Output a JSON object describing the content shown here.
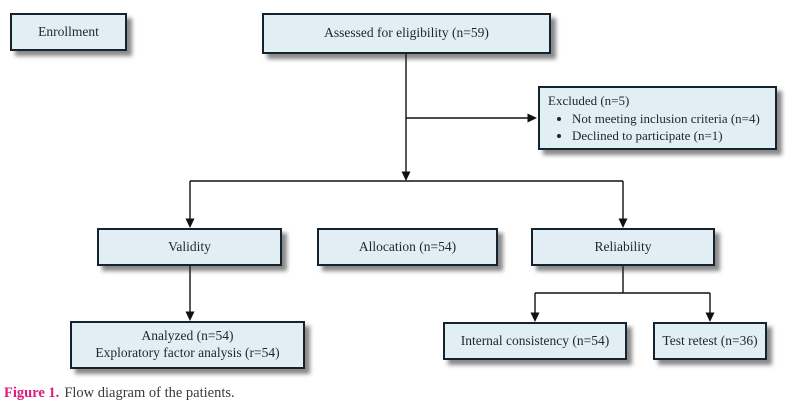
{
  "figure": {
    "type": "flow-diagram",
    "boxes": {
      "enrollment": "Enrollment",
      "assessed": "Assessed for eligibility (n=59)",
      "excluded_title": "Excluded (n=5)",
      "excluded_items": [
        "Not meeting inclusion criteria (n=4)",
        "Declined to participate (n=1)"
      ],
      "validity": "Validity",
      "allocation": "Allocation (n=54)",
      "reliability": "Reliability",
      "analyzed_line1": "Analyzed (n=54)",
      "analyzed_line2": "Exploratory factor analysis (r=54)",
      "internal_consistency": "Internal consistency (n=54)",
      "test_retest": "Test retest (n=36)"
    },
    "caption": {
      "label": "Figure 1.",
      "text": "Flow diagram of the patients."
    },
    "colors": {
      "box_fill": "#e1eef3",
      "box_border": "#16232e",
      "connector": "#111111",
      "caption_accent": "#e0197e",
      "text": "#1c2631",
      "background": "#ffffff"
    }
  }
}
